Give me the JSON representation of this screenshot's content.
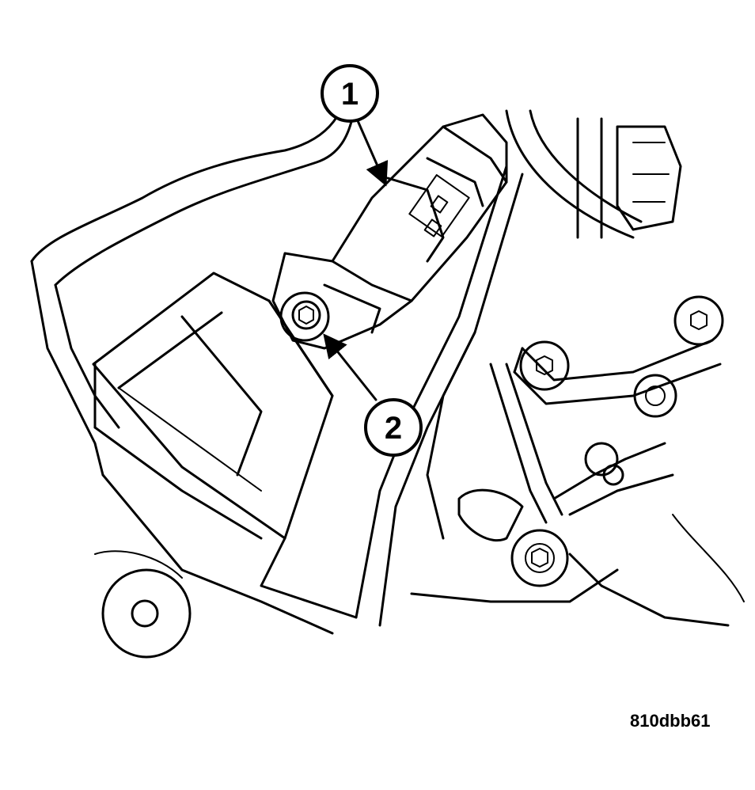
{
  "callouts": [
    {
      "id": "1",
      "label": "1"
    },
    {
      "id": "2",
      "label": "2"
    }
  ],
  "figure_code": "810dbb61",
  "colors": {
    "ink": "#000000",
    "paper": "#ffffff"
  }
}
